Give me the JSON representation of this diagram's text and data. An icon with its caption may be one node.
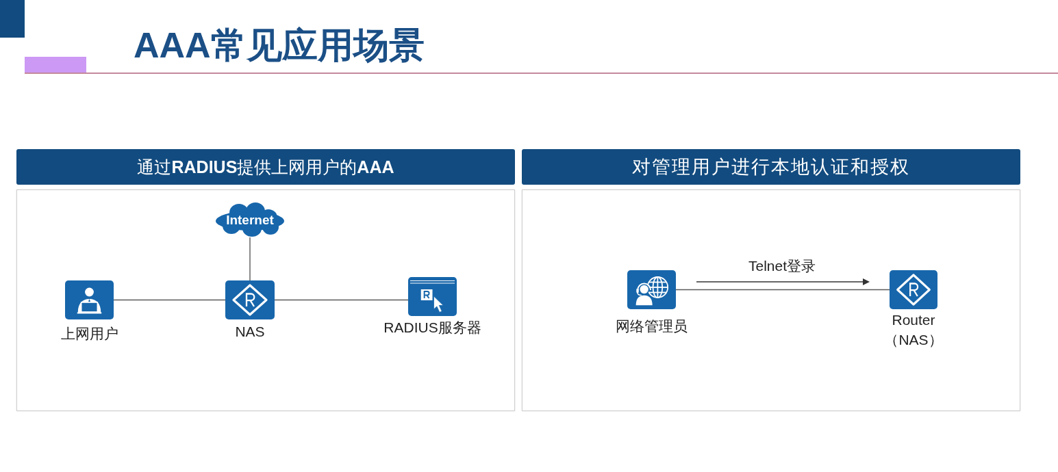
{
  "diagram": {
    "title": "AAA常见应用场景",
    "nodes": [
      {
        "text": [
          "通过**RADIUS**提供上网用户的**AAA**"
        ]
      },
      {
        "text": [
          "Internet"
        ],
        "in": 0
      },
      {
        "text": [
          "上网用户"
        ],
        "in": 0
      },
      {
        "text": [
          "NAS"
        ],
        "in": 0
      },
      {
        "text": [
          "RADIUS服务器"
        ],
        "in": 0
      },
      {
        "text": [
          "对管理用户进行本地认证和授权"
        ]
      },
      {
        "text": [
          "网络管理员"
        ],
        "in": 5
      },
      {
        "text": [
          "Router （NAS）"
        ],
        "in": 5
      }
    ],
    "edges": [
      {
        "from": 1,
        "to": 3,
        "arrow": "none"
      },
      {
        "from": 2,
        "to": 3,
        "arrow": "none"
      },
      {
        "from": 3,
        "to": 4,
        "arrow": "none"
      },
      {
        "from": 6,
        "to": 7,
        "arrow": "none"
      }
    ],
    "labels": [
      "Telnet登录"
    ]
  }
}
